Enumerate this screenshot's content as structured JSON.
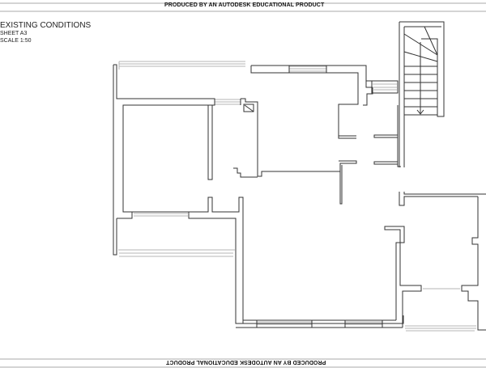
{
  "watermark": {
    "top": "PRODUCED BY AN AUTODESK EDUCATIONAL PRODUCT",
    "bottom": "PRODUCED BY AN AUTODESK EDUCATIONAL PRODUCT"
  },
  "title_block": {
    "title": "EXISTING CONDITIONS",
    "sheet": "SHEET  A3",
    "scale": "SCALE  1:50"
  }
}
